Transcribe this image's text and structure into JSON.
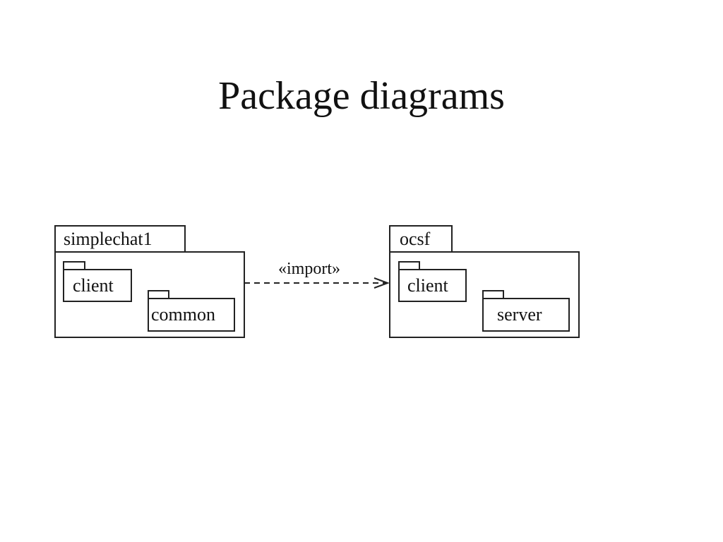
{
  "slide": {
    "title": "Package diagrams"
  },
  "diagram": {
    "packages": [
      {
        "name": "simplechat1",
        "subpackages": [
          "client",
          "common"
        ]
      },
      {
        "name": "ocsf",
        "subpackages": [
          "client",
          "server"
        ]
      }
    ],
    "dependency": {
      "from": "simplechat1",
      "to": "ocsf",
      "label": "«import»",
      "line_style": "dashed"
    }
  },
  "colors": {
    "line": "#222222",
    "text": "#111111",
    "background": "#ffffff"
  }
}
